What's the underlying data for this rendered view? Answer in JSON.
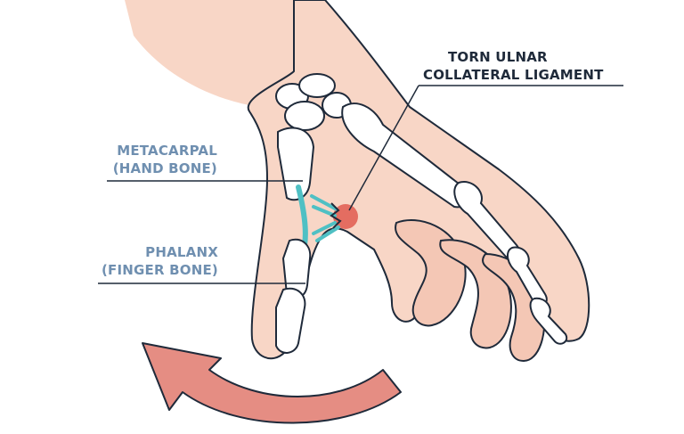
{
  "labels": {
    "metacarpal": {
      "line1": "METACARPAL",
      "line2": "(HAND BONE)"
    },
    "phalanx": {
      "line1": "PHALANX",
      "line2": "(FINGER BONE)"
    },
    "torn_ligament": {
      "line1": "TORN ULNAR",
      "line2": "COLLATERAL LIGAMENT"
    }
  },
  "colors": {
    "skin": "#f8d6c6",
    "skin_shadow": "#efbba6",
    "outline": "#1f2a3a",
    "bone": "#ffffff",
    "bone_shade": "#d9e6f2",
    "ligament": "#4fc0c4",
    "tear": "#e05a4f",
    "arrow": "#e58d83",
    "label_blue": "#6f8fb0",
    "label_dark": "#1f2a3a"
  }
}
